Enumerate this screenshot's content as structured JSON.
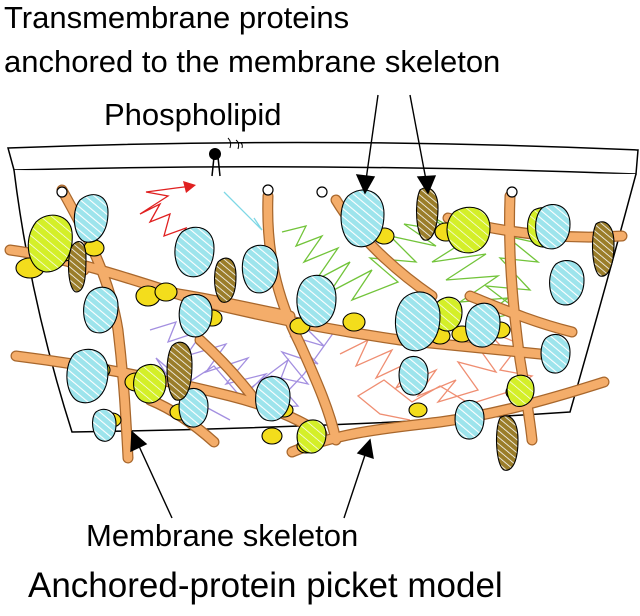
{
  "labels": {
    "transmembrane_line1": "Transmembrane proteins",
    "transmembrane_line2": "anchored to the membrane skeleton",
    "phospholipid": "Phospholipid",
    "membrane_skeleton": "Membrane skeleton",
    "model_title": "Anchored-protein picket model"
  },
  "colors": {
    "skeleton_fiber": "#f4ad6a",
    "skeleton_outline": "#a8672c",
    "protein_cyan": "#9de4ec",
    "protein_green": "#d4ef28",
    "protein_brown": "#9a7d2a",
    "anchor_yellow": "#f3dd1c",
    "path_red": "#e02020",
    "path_green": "#72c43a",
    "path_purple": "#a38fe0",
    "path_salmon": "#ef8e72",
    "path_cyan": "#7fd8e6",
    "ink": "#000000"
  }
}
